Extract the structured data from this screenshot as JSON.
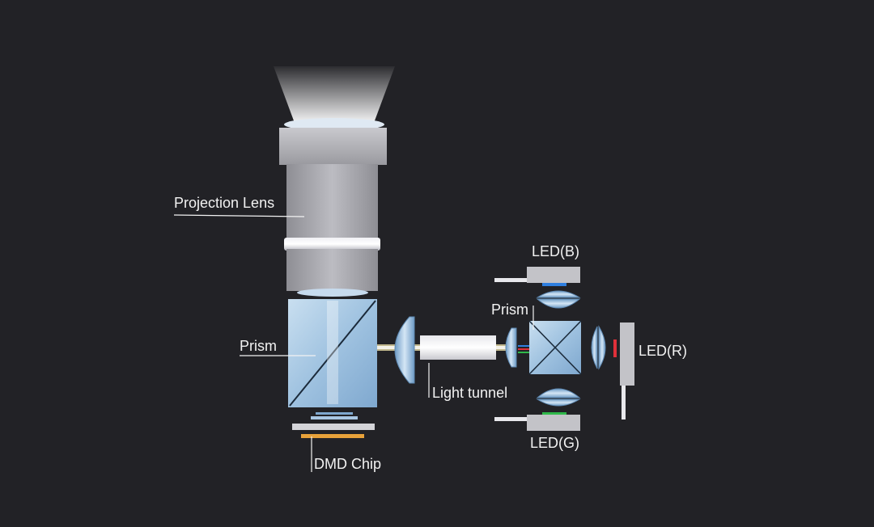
{
  "labels": {
    "projection_lens": "Projection Lens",
    "prism_left": "Prism",
    "dmd_chip": "DMD Chip",
    "light_tunnel": "Light tunnel",
    "prism_right": "Prism",
    "led_b": "LED(B)",
    "led_r": "LED(R)",
    "led_g": "LED(G)"
  },
  "colors": {
    "background": "#222226",
    "led_blue": "#2f7fe0",
    "led_red": "#e0303a",
    "led_green": "#2fb84a",
    "dmd_orange": "#e8a23a",
    "light_beam": "#f5e9b0"
  }
}
